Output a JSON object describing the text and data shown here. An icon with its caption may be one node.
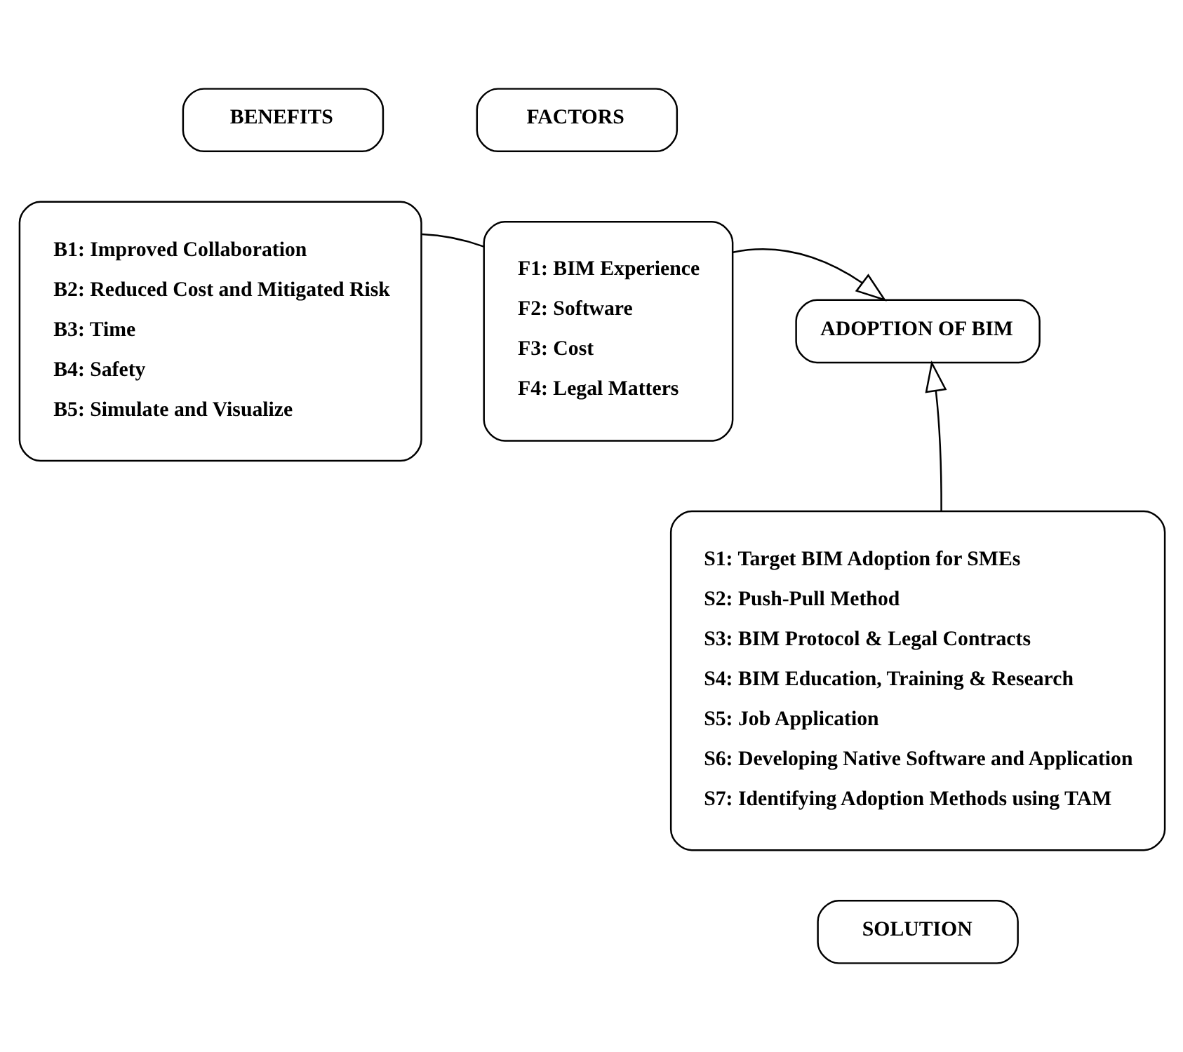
{
  "diagram": {
    "nodes": [
      {
        "text": [
          "BENEFITS"
        ]
      },
      {
        "text": [
          "B1: Improved Collaboration",
          "B2: Reduced Cost and Mitigated Risk",
          "B3: Time",
          "B4: Safety",
          "B5: Simulate and Visualize"
        ]
      },
      {
        "text": [
          "FACTORS"
        ]
      },
      {
        "text": [
          "F1: BIM Experience",
          "F2: Software",
          "F3: Cost",
          "F4: Legal Matters"
        ]
      },
      {
        "text": [
          "ADOPTION OF BIM"
        ]
      },
      {
        "text": [
          "S1: Target BIM Adoption for SMEs",
          "S2: Push-Pull Method",
          "S3: BIM Protocol & Legal Contracts",
          "S4: BIM Education, Training & Research",
          "S5: Job Application",
          "S6: Developing Native Software and Application",
          "S7: Identifying Adoption Methods using TAM"
        ]
      },
      {
        "text": [
          "SOLUTION"
        ]
      }
    ],
    "edges": [
      {
        "from": 1,
        "to": 3,
        "arrow": "none"
      },
      {
        "from": 3,
        "to": 4,
        "arrow": "to"
      },
      {
        "from": 5,
        "to": 4,
        "arrow": "to"
      }
    ]
  }
}
